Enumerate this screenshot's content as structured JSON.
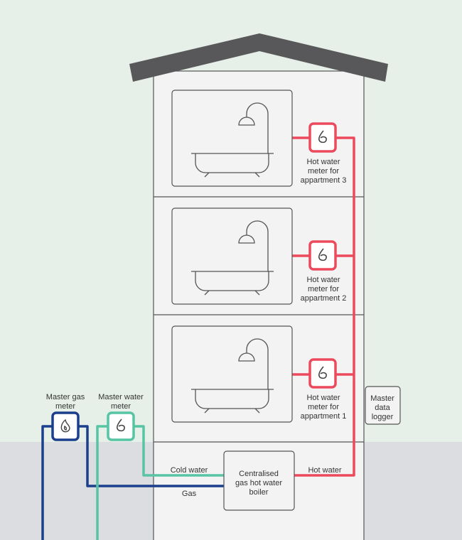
{
  "colors": {
    "sky": "#e6f0e9",
    "ground": "#dcdde0",
    "building": "#f3f3f3",
    "roof": "#58585a",
    "hot_water": "#ec4a5c",
    "cold_water": "#57c4a4",
    "gas": "#1b3f8c",
    "outline": "#555555"
  },
  "apartments": [
    {
      "meter_label": [
        "Hot water",
        "meter for",
        "appartment 3"
      ],
      "icon": "water-drop-icon"
    },
    {
      "meter_label": [
        "Hot water",
        "meter for",
        "appartment 2"
      ],
      "icon": "water-drop-icon"
    },
    {
      "meter_label": [
        "Hot water",
        "meter for",
        "appartment 1"
      ],
      "icon": "water-drop-icon"
    }
  ],
  "master_gas_meter": {
    "label": [
      "Master gas",
      "meter"
    ],
    "icon": "gas-flame-icon"
  },
  "master_water_meter": {
    "label": [
      "Master water",
      "meter"
    ],
    "icon": "water-drop-icon"
  },
  "data_logger": {
    "label": [
      "Master",
      "data",
      "logger"
    ]
  },
  "boiler": {
    "label": [
      "Centralised",
      "gas hot water",
      "boiler"
    ]
  },
  "pipes": {
    "cold_water": "Cold water",
    "gas": "Gas",
    "hot_water": "Hot water"
  }
}
